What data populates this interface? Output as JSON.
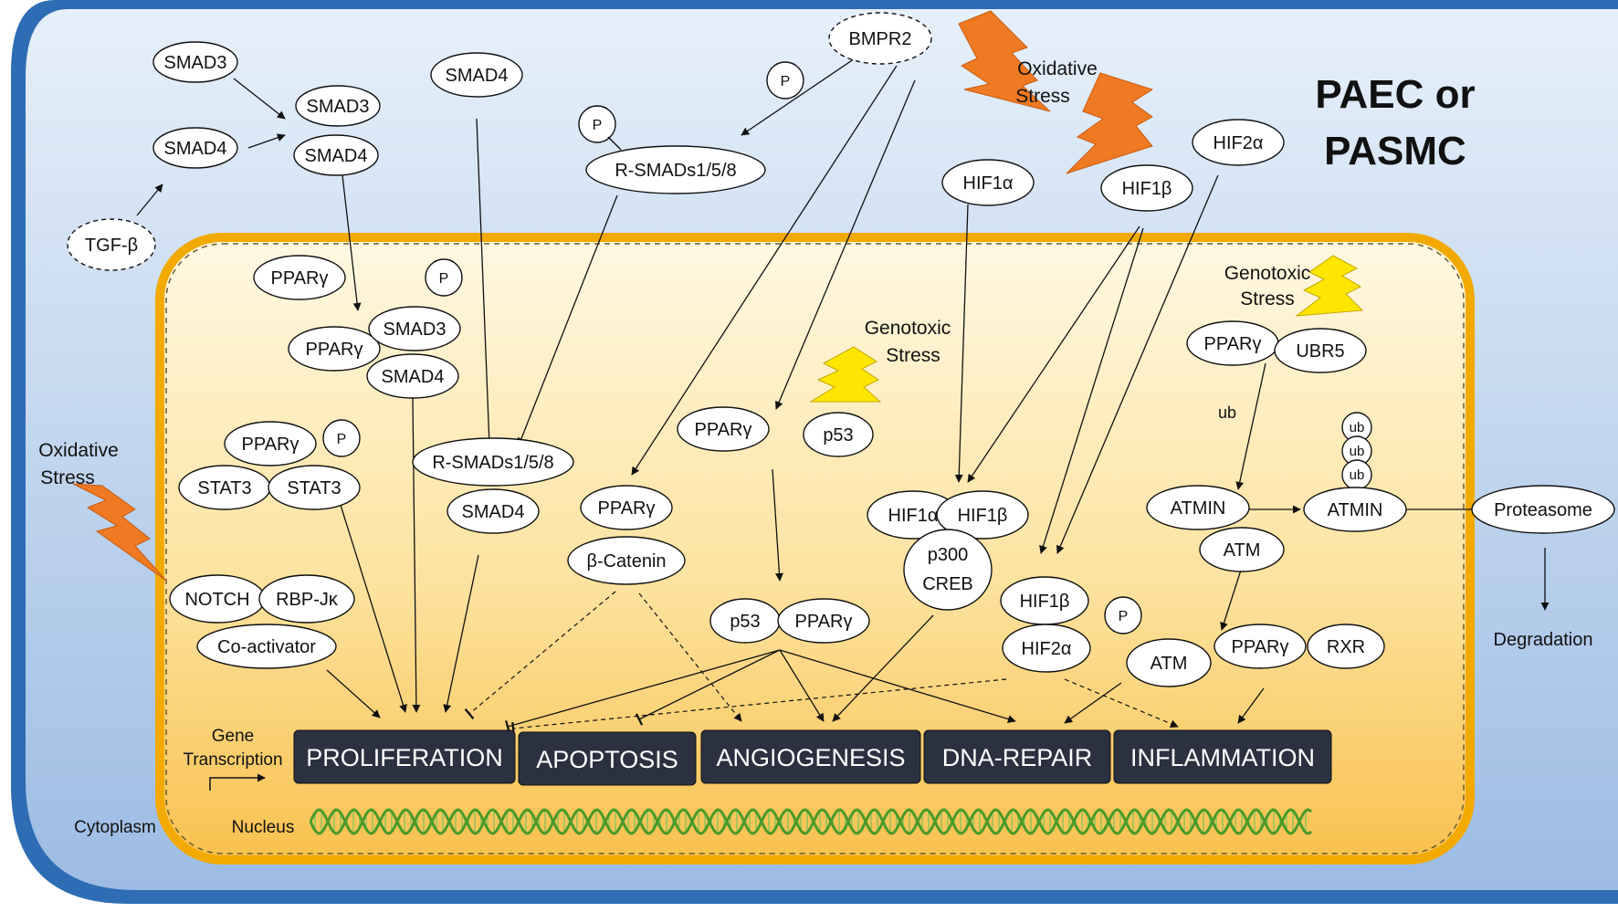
{
  "title": {
    "line1": "PAEC or",
    "line2": "PASMC"
  },
  "regions": {
    "cytoplasm": "Cytoplasm",
    "nucleus": "Nucleus"
  },
  "gene_transcription": {
    "line1": "Gene",
    "line2": "Transcription"
  },
  "stress": {
    "oxidative_top": {
      "line1": "Oxidative",
      "line2": "Stress"
    },
    "oxidative_left": {
      "line1": "Oxidative",
      "line2": "Stress"
    },
    "genotoxic_center": {
      "line1": "Genotoxic",
      "line2": "Stress"
    },
    "genotoxic_right": {
      "line1": "Genotoxic",
      "line2": "Stress"
    }
  },
  "molecules": {
    "smad3_top": "SMAD3",
    "smad3_complex": "SMAD3",
    "smad4_left": "SMAD4",
    "smad4_complex": "SMAD4",
    "smad4_free": "SMAD4",
    "tgf_beta": "TGF-β",
    "bmpr2": "BMPR2",
    "phospho": "P",
    "rsmads_cyto": "R-SMADs1/5/8",
    "hif1a_cyto": "HIF1α",
    "hif1b_cyto": "HIF1β",
    "hif2a_cyto": "HIF2α",
    "ppary": "PPARγ",
    "smad3_nuc": "SMAD3",
    "smad4_nuc": "SMAD4",
    "stat3_a": "STAT3",
    "stat3_b": "STAT3",
    "rsmads_nuc": "R-SMADs1/5/8",
    "smad4_nuc2": "SMAD4",
    "beta_catenin": "β-Catenin",
    "p53": "p53",
    "hif1a_nuc": "HIF1α",
    "hif1b_nuc": "HIF1β",
    "p300": "p300",
    "creb": "CREB",
    "hif1b_nuc2": "HIF1β",
    "hif2a_nuc": "HIF2α",
    "notch": "NOTCH",
    "rbpjk": "RBP-Jκ",
    "coactivator": "Co-activator",
    "ubr5": "UBR5",
    "ub": "ub",
    "atmin": "ATMIN",
    "atm": "ATM",
    "proteasome": "Proteasome",
    "degradation": "Degradation",
    "rxr": "RXR"
  },
  "outcomes": [
    "PROLIFERATION",
    "APOPTOSIS",
    "ANGIOGENESIS",
    "DNA-REPAIR",
    "INFLAMMATION"
  ],
  "colors": {
    "cell_border": "#2e6db4",
    "cytoplasm_top": "#e4eef9",
    "cytoplasm_bottom": "#9dbde3",
    "nucleus_border": "#f2a900",
    "nucleus_top": "#fff6dd",
    "nucleus_bottom": "#f9c95a",
    "outcome_box": "#2b3140",
    "lightning_orange": "#f07a22",
    "lightning_yellow": "#ffe600",
    "dna": "#4a9a2a"
  }
}
